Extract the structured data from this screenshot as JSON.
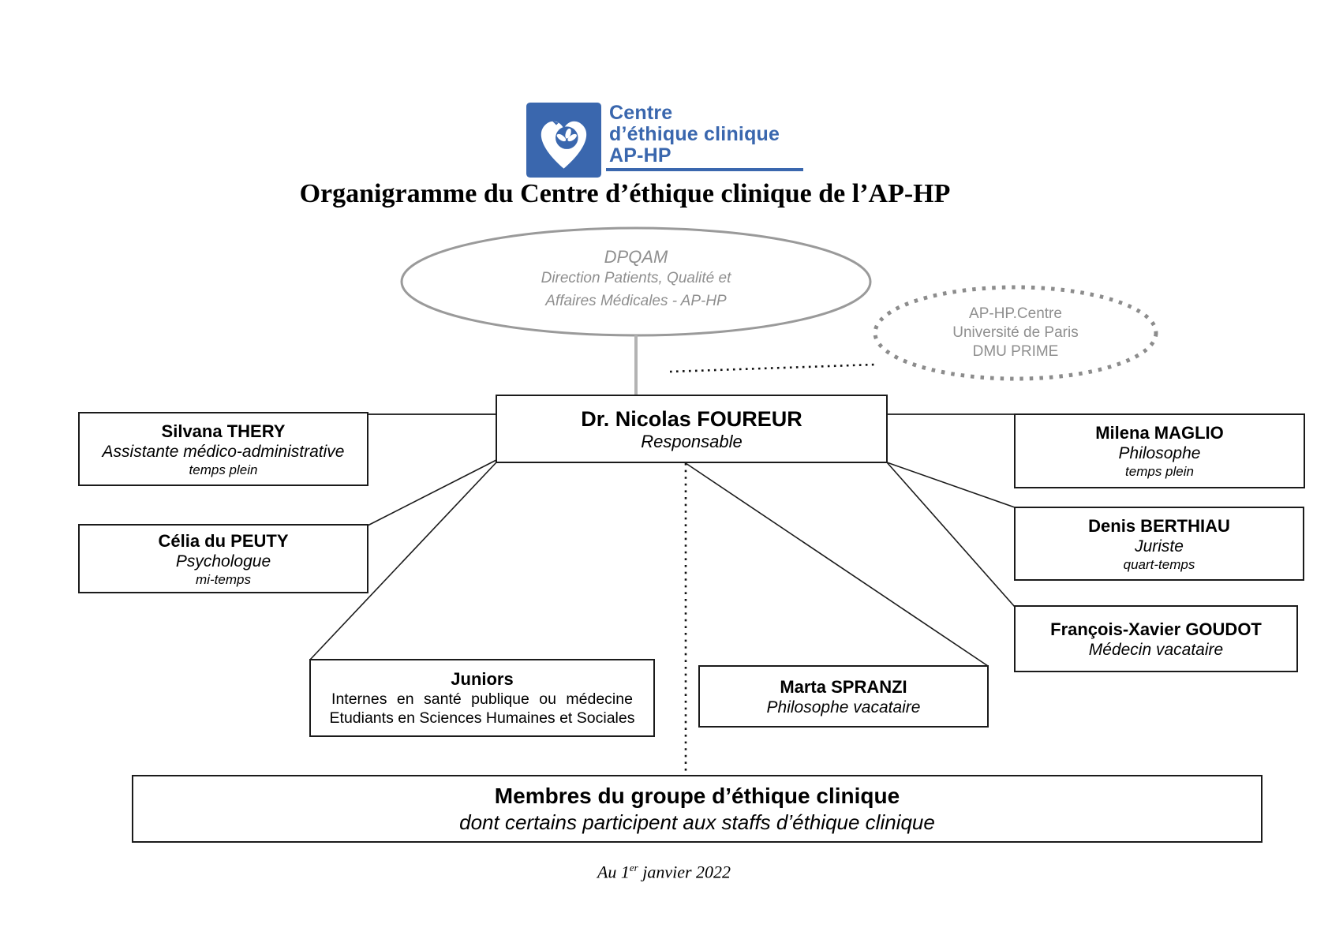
{
  "logo": {
    "line1": "Centre",
    "line2": "d’éthique clinique",
    "line3": "AP-HP"
  },
  "title": "Organigramme du Centre d’éthique clinique de l’AP-HP",
  "ellipses": {
    "dpqam": {
      "line1": "DPQAM",
      "line2": "Direction Patients, Qualité et",
      "line3": "Affaires Médicales - AP-HP"
    },
    "aphp_centre": {
      "line1": "AP-HP.Centre",
      "line2": "Université de Paris",
      "line3": "DMU PRIME"
    }
  },
  "boxes": {
    "foureur": {
      "name": "Dr. Nicolas FOUREUR",
      "role": "Responsable"
    },
    "thery": {
      "name": "Silvana THERY",
      "role": "Assistante médico-administrative",
      "time": "temps plein"
    },
    "du_peuty": {
      "name": "Célia du PEUTY",
      "role": "Psychologue",
      "time": "mi-temps"
    },
    "maglio": {
      "name": "Milena MAGLIO",
      "role": "Philosophe",
      "time": "temps plein"
    },
    "berthiau": {
      "name": "Denis BERTHIAU",
      "role": "Juriste",
      "time": "quart-temps"
    },
    "goudot": {
      "name": "François-Xavier GOUDOT",
      "role": "Médecin vacataire"
    },
    "juniors": {
      "name": "Juniors",
      "line1": "Internes en santé publique ou médecine",
      "line2": "Etudiants en Sciences Humaines et Sociales"
    },
    "spranzi": {
      "name": "Marta SPRANZI",
      "role": "Philosophe vacataire"
    },
    "membres": {
      "name": "Membres du groupe d’éthique clinique",
      "subtitle": "dont certains participent aux staffs d’éthique clinique"
    }
  },
  "footer": {
    "date_prefix": "Au 1",
    "date_sup": "er",
    "date_rest": " janvier 2022"
  },
  "colors": {
    "brand_blue": "#3a67ae",
    "ellipse_gray": "#9a9a9a",
    "dotted_gray": "#8c8c8c",
    "gray_text": "#8f8f8f",
    "line_black": "#1b1b1b"
  }
}
